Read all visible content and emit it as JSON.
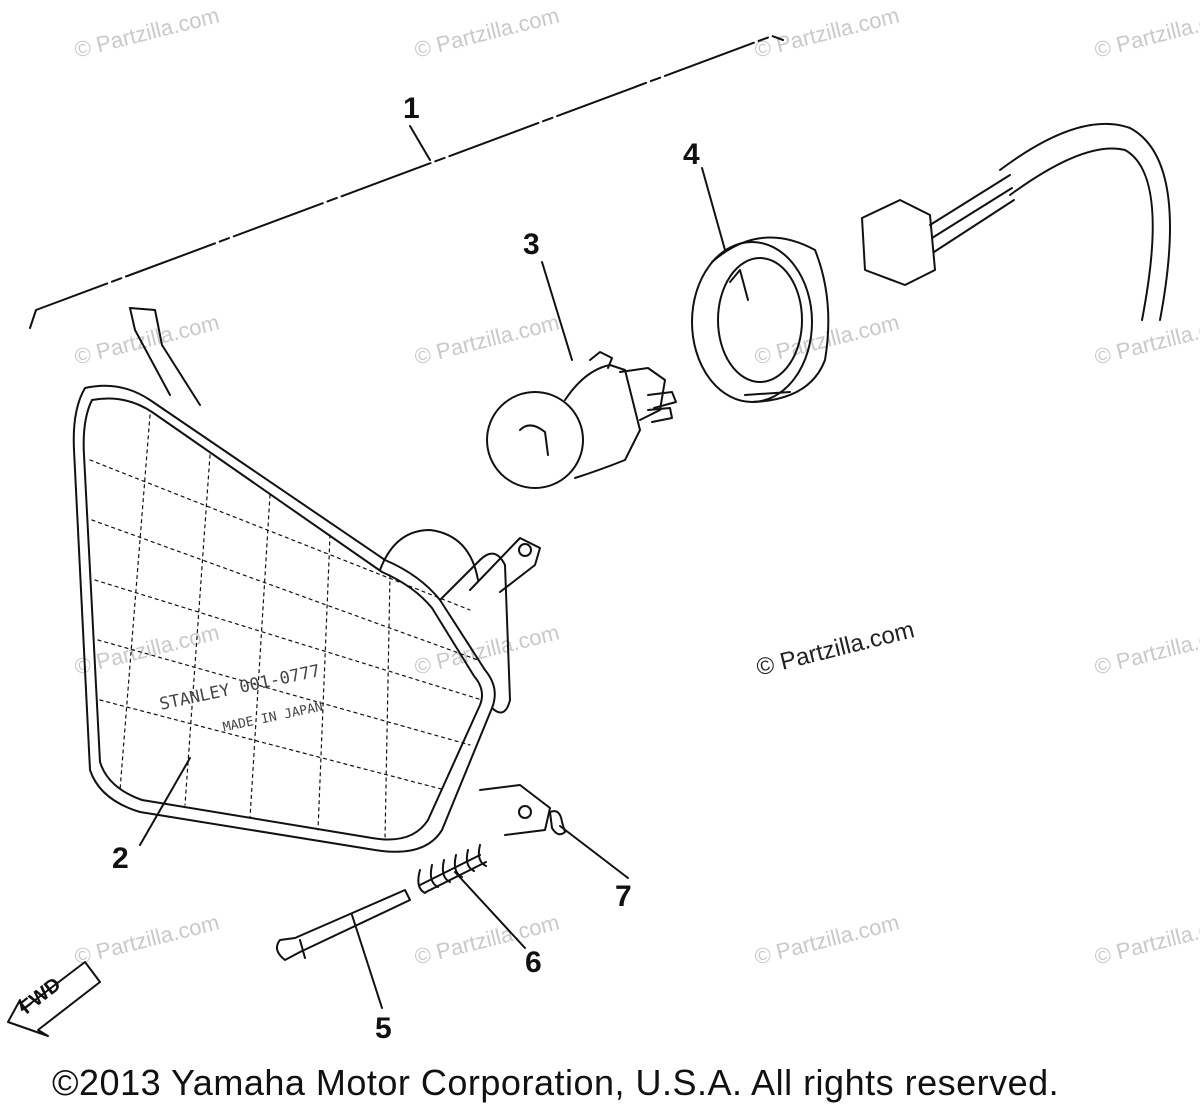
{
  "callouts": [
    "1",
    "2",
    "3",
    "4",
    "5",
    "6",
    "7"
  ],
  "watermark": "© Partzilla.com",
  "watermark_center": "© Partzilla.com",
  "lens_stamp_1": "STANLEY 001-0777",
  "lens_stamp_2": "MADE IN JAPAN",
  "fwd_label": "FWD",
  "copyright": "©2013 Yamaha Motor Corporation, U.S.A. All rights reserved.",
  "colors": {
    "line": "#111111",
    "watermark": "#c9c9c9",
    "background": "#ffffff"
  }
}
